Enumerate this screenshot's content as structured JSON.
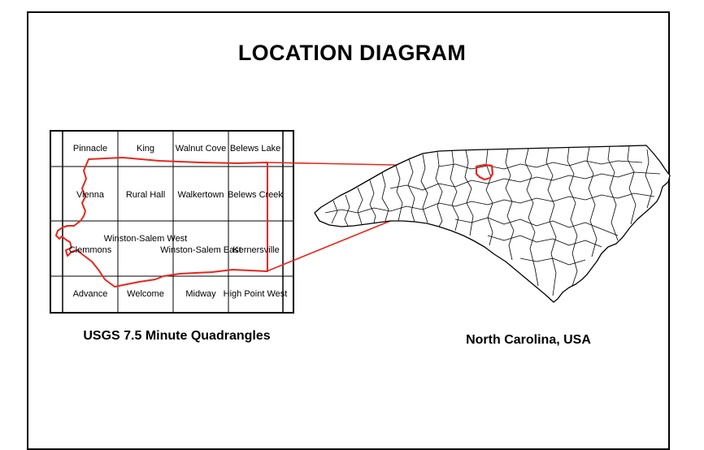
{
  "title": "LOCATION DIAGRAM",
  "captions": {
    "quadrangles": "USGS 7.5 Minute Quadrangles",
    "state": "North Carolina, USA"
  },
  "quadrangles": [
    {
      "name": "Pinnacle",
      "row": 0,
      "col": 0
    },
    {
      "name": "King",
      "row": 0,
      "col": 1
    },
    {
      "name": "Walnut Cove",
      "row": 0,
      "col": 2
    },
    {
      "name": "Belews Lake",
      "row": 0,
      "col": 3
    },
    {
      "name": "Vienna",
      "row": 1,
      "col": 0
    },
    {
      "name": "Rural Hall",
      "row": 1,
      "col": 1
    },
    {
      "name": "Walkertown",
      "row": 1,
      "col": 2
    },
    {
      "name": "Belews Creek",
      "row": 1,
      "col": 3
    },
    {
      "name": "Clemmons",
      "row": 2,
      "col": 0
    },
    {
      "name": "Winston-Salem West",
      "row": 2,
      "col": 1
    },
    {
      "name": "Winston-Salem East",
      "row": 2,
      "col": 2
    },
    {
      "name": "Kernersville",
      "row": 2,
      "col": 3
    },
    {
      "name": "Advance",
      "row": 3,
      "col": 0
    },
    {
      "name": "Welcome",
      "row": 3,
      "col": 1
    },
    {
      "name": "Midway",
      "row": 3,
      "col": 2
    },
    {
      "name": "High Point West",
      "row": 3,
      "col": 3
    }
  ],
  "colors": {
    "boundary": "#e8261c",
    "grid": "#000000",
    "county_lines": "#000000"
  }
}
